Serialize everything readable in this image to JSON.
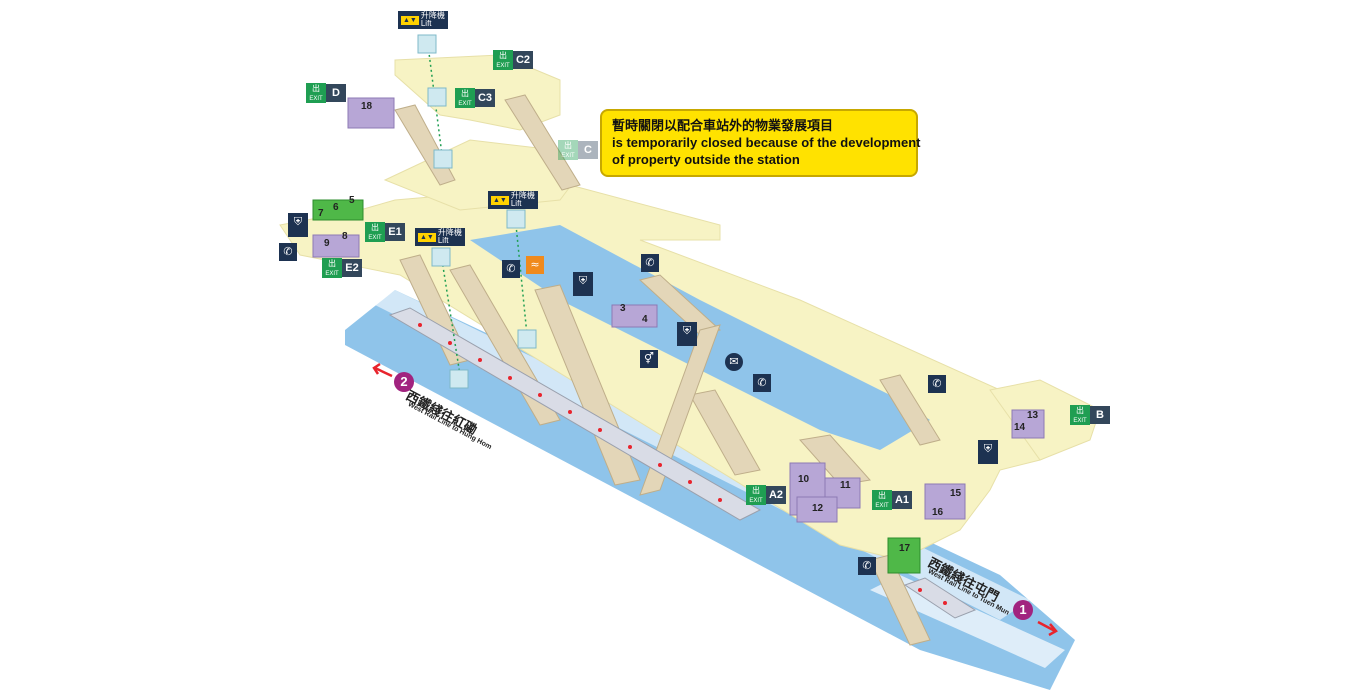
{
  "notice": {
    "line1": "暫時關閉以配合車站外的物業發展項目",
    "line2": "is temporarily closed because of the development",
    "line3": "of property outside the station"
  },
  "exits": {
    "c2": "C2",
    "c3": "C3",
    "c1": "C",
    "d": "D",
    "e1": "E1",
    "e2": "E2",
    "b": "B",
    "a1": "A1",
    "a2": "A2",
    "exit_symbol": "出",
    "exit_word": "EXIT"
  },
  "lift": {
    "zh": "升降機",
    "en": "Lift"
  },
  "shops": {
    "s1": "3",
    "s2": "4",
    "s3": "5",
    "s4": "6",
    "s5": "7",
    "s6": "8",
    "s7": "9",
    "s8": "10",
    "s9": "11",
    "s10": "12",
    "s11": "13",
    "s12": "14",
    "s13": "15",
    "s14": "16",
    "s15": "17",
    "s16": "18"
  },
  "platforms": {
    "p2_number": "2",
    "p2_zh": "西鐵綫往紅磡",
    "p2_en": "West Rail Line to Hung Hom",
    "p1_number": "1",
    "p1_zh": "西鐵綫往屯門",
    "p1_en": "West Rail Line to Tuen Mun"
  },
  "colors": {
    "concourse": "#f7f3c4",
    "platform": "#8fc4ea",
    "shop": "#b7a6d6",
    "shop_green": "#4fb848",
    "exit_green": "#1f9e52",
    "navy": "#1d3251",
    "notice": "#ffe200",
    "platform_number": "#a1237f",
    "arrow": "#e8242d",
    "stairs": "#e3d6b8"
  },
  "icons": {
    "phone": "phone-icon",
    "wifi": "wifi-icon",
    "toilet": "toilet-icon",
    "post": "post-box-icon",
    "fire": "fire-hose-icon"
  }
}
